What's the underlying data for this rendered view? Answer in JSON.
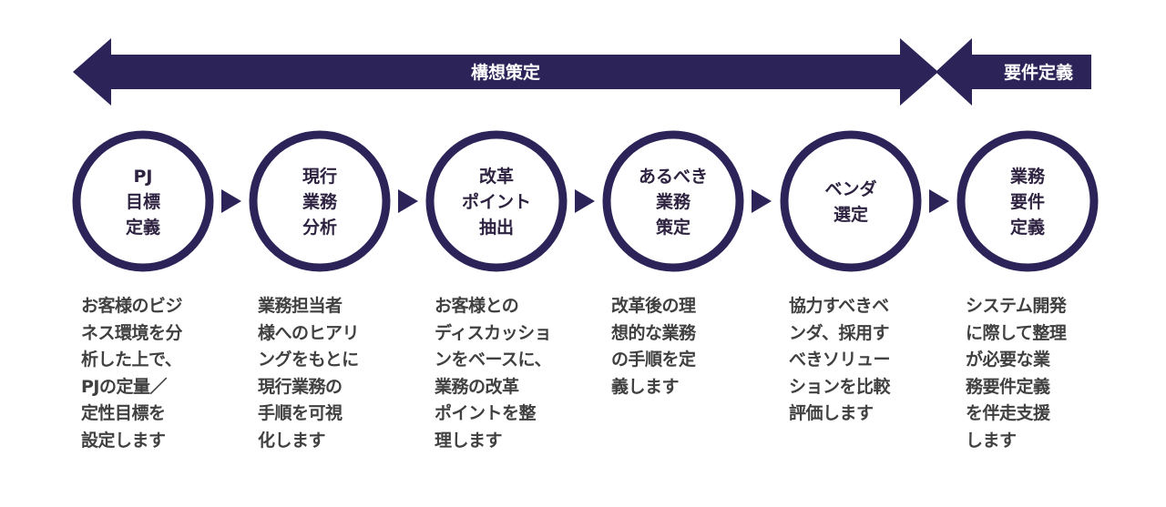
{
  "colors": {
    "primary": "#2c2458",
    "step_text": "#2d2240",
    "desc_text": "#404040"
  },
  "phases": [
    {
      "label": "構想策定",
      "direction": "both"
    },
    {
      "label": "要件定義",
      "direction": "left"
    }
  ],
  "steps": [
    {
      "title_lines": [
        "PJ",
        "目標",
        "定義"
      ],
      "desc_lines": [
        "お客様のビジ",
        "ネス環境を分",
        "析した上で、",
        "PJの定量／",
        "定性目標を",
        "設定します"
      ]
    },
    {
      "title_lines": [
        "現行",
        "業務",
        "分析"
      ],
      "desc_lines": [
        "業務担当者",
        "様へのヒアリ",
        "ングをもとに",
        "現行業務の",
        "手順を可視",
        "化します"
      ]
    },
    {
      "title_lines": [
        "改革",
        "ポイント",
        "抽出"
      ],
      "desc_lines": [
        "お客様との",
        "ディスカッショ",
        "ンをベースに、",
        "業務の改革",
        "ポイントを整",
        "理します"
      ]
    },
    {
      "title_lines": [
        "あるべき",
        "業務",
        "策定"
      ],
      "desc_lines": [
        "改革後の理",
        "想的な業務",
        "の手順を定",
        "義します"
      ]
    },
    {
      "title_lines": [
        "ベンダ",
        "選定"
      ],
      "desc_lines": [
        "協力すべきベ",
        "ンダ、採用す",
        "べきソリュー",
        "ションを比較",
        "評価します"
      ]
    },
    {
      "title_lines": [
        "業務",
        "要件",
        "定義"
      ],
      "desc_lines": [
        "システム開発",
        "に際して整理",
        "が必要な業",
        "務要件定義",
        "を伴走支援",
        "します"
      ]
    }
  ]
}
